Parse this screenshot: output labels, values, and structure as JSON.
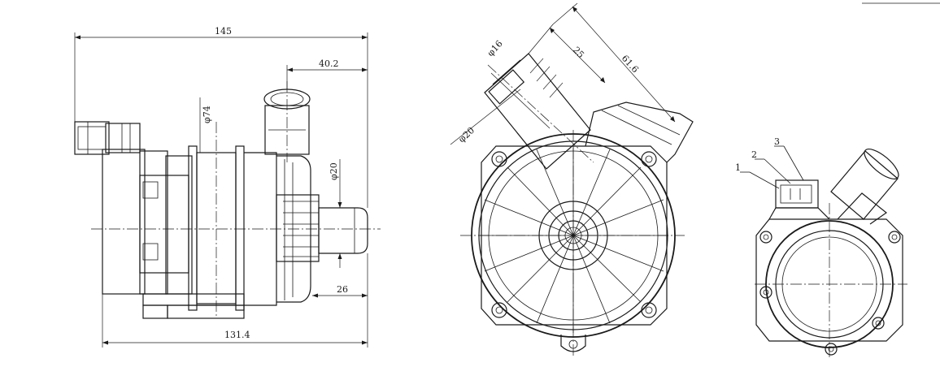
{
  "dimensions": {
    "overall_length": "145",
    "outlet_offset": "40.2",
    "body_diameter": "φ74",
    "inlet_diameter": "φ20",
    "inlet_length": "26",
    "base_length": "131.4",
    "outlet_inner_diameter": "φ16",
    "outlet_stub_length": "25",
    "outlet_reach": "61.6",
    "outlet_outer_diameter": "φ20"
  },
  "callouts": {
    "item_1": "1",
    "item_2": "2",
    "item_3": "3"
  },
  "colors": {
    "line": "#1a1a1a",
    "background": "#ffffff"
  }
}
